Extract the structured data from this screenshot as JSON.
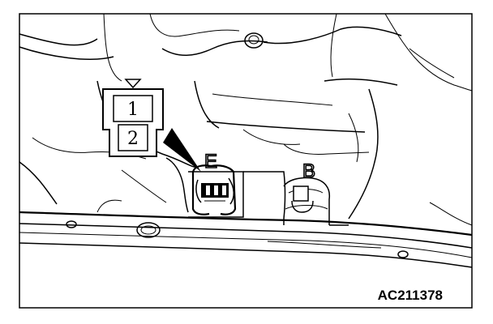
{
  "figure": {
    "id_label": "AC211378"
  },
  "connector": {
    "pins": [
      "1",
      "2"
    ]
  },
  "callouts": {
    "left_part": "E",
    "right_part": "B"
  }
}
